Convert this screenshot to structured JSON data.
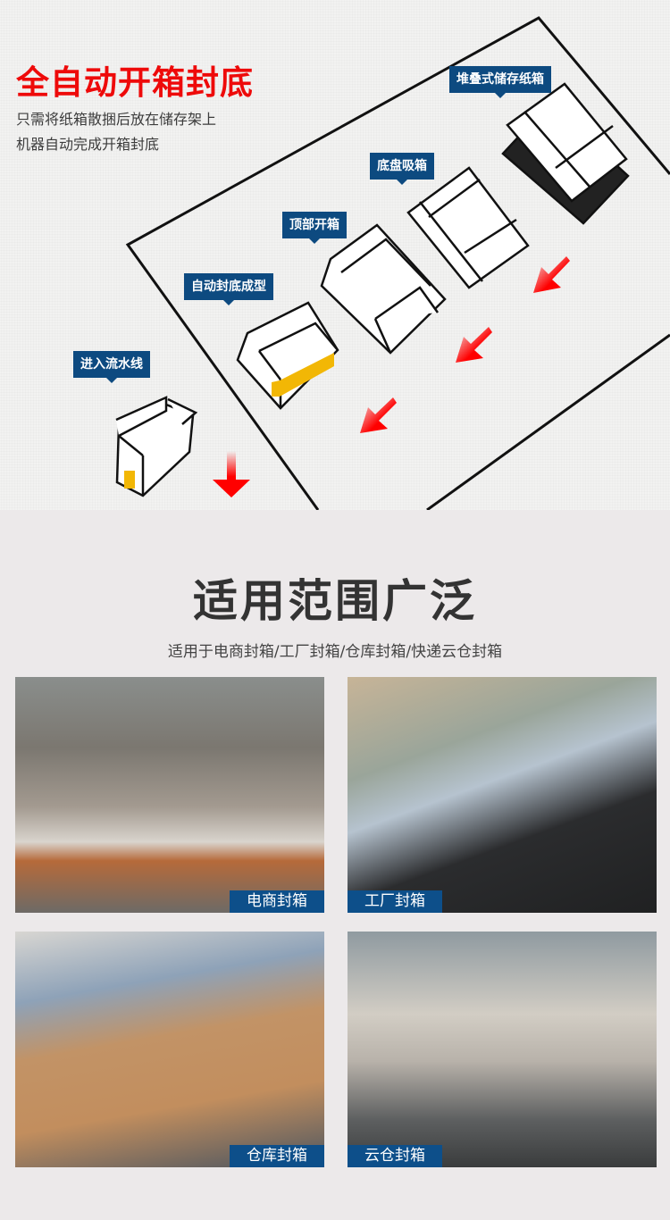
{
  "hero": {
    "title": "全自动开箱封底",
    "subtitle_line1": "只需将纸箱散捆后放在储存架上",
    "subtitle_line2": "机器自动完成开箱封底",
    "title_color": "#ee0a0a"
  },
  "process_steps": [
    {
      "label": "进入流水线"
    },
    {
      "label": "自动封底成型"
    },
    {
      "label": "顶部开箱"
    },
    {
      "label": "底盘吸箱"
    },
    {
      "label": "堆叠式储存纸箱"
    }
  ],
  "colors": {
    "tag_bg": "#0d4a80",
    "arrow": "#ff0000",
    "tape": "#f2b705"
  },
  "applications": {
    "heading": "适用范围广泛",
    "subheading": "适用于电商封箱/工厂封箱/仓库封箱/快递云仓封箱",
    "photos": [
      {
        "caption": "电商封箱"
      },
      {
        "caption": "工厂封箱"
      },
      {
        "caption": "仓库封箱"
      },
      {
        "caption": "云仓封箱"
      }
    ]
  }
}
